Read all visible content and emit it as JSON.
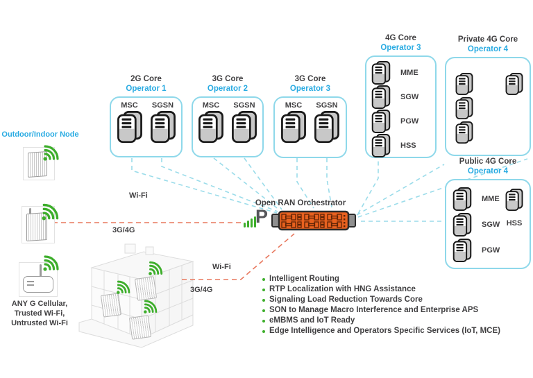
{
  "cores": [
    {
      "title": "2G Core",
      "operator": "Operator 1",
      "servers": [
        "MSC",
        "SGSN"
      ]
    },
    {
      "title": "3G Core",
      "operator": "Operator 2",
      "servers": [
        "MSC",
        "SGSN"
      ]
    },
    {
      "title": "3G Core",
      "operator": "Operator 3",
      "servers": [
        "MSC",
        "SGSN"
      ]
    },
    {
      "title": "4G Core",
      "operator": "Operator 3",
      "servers": [
        "MME",
        "SGW",
        "PGW",
        "HSS"
      ]
    },
    {
      "title": "Private 4G Core",
      "operator": "Operator 4",
      "servers": []
    },
    {
      "title": "Public 4G Core",
      "operator": "Operator 4",
      "servers": [
        "MME",
        "SGW",
        "PGW",
        "HSS"
      ]
    }
  ],
  "left_nodes": {
    "title": "Outdoor/Indoor Node",
    "caption": [
      "ANY G Cellular,",
      "Trusted Wi-Fi,",
      "Untrusted Wi-Fi"
    ]
  },
  "link_labels": {
    "wifi_left": "Wi-Fi",
    "cellular_left": "3G/4G",
    "wifi_building": "Wi-Fi",
    "cellular_building": "3G/4G"
  },
  "orchestrator": {
    "label": "Open RAN Orchestrator",
    "logo_letter": "P"
  },
  "features": {
    "items": [
      "Intelligent Routing",
      "RTP Localization with HNG Assistance",
      "Signaling Load Reduction Towards Core",
      "SON to Manage Macro Interference and Enterprise APS",
      "eMBMS and IoT Ready",
      "Edge Intelligence and Operators Specific Services (IoT, MCE)"
    ]
  },
  "colors": {
    "accent_cyan": "#29abe2",
    "box_border": "#8ed8ea",
    "line_cyan": "#9bdcea",
    "line_red": "#e8795f",
    "green": "#3dae2b",
    "orange": "#e8611f",
    "text_dark": "#414042"
  }
}
